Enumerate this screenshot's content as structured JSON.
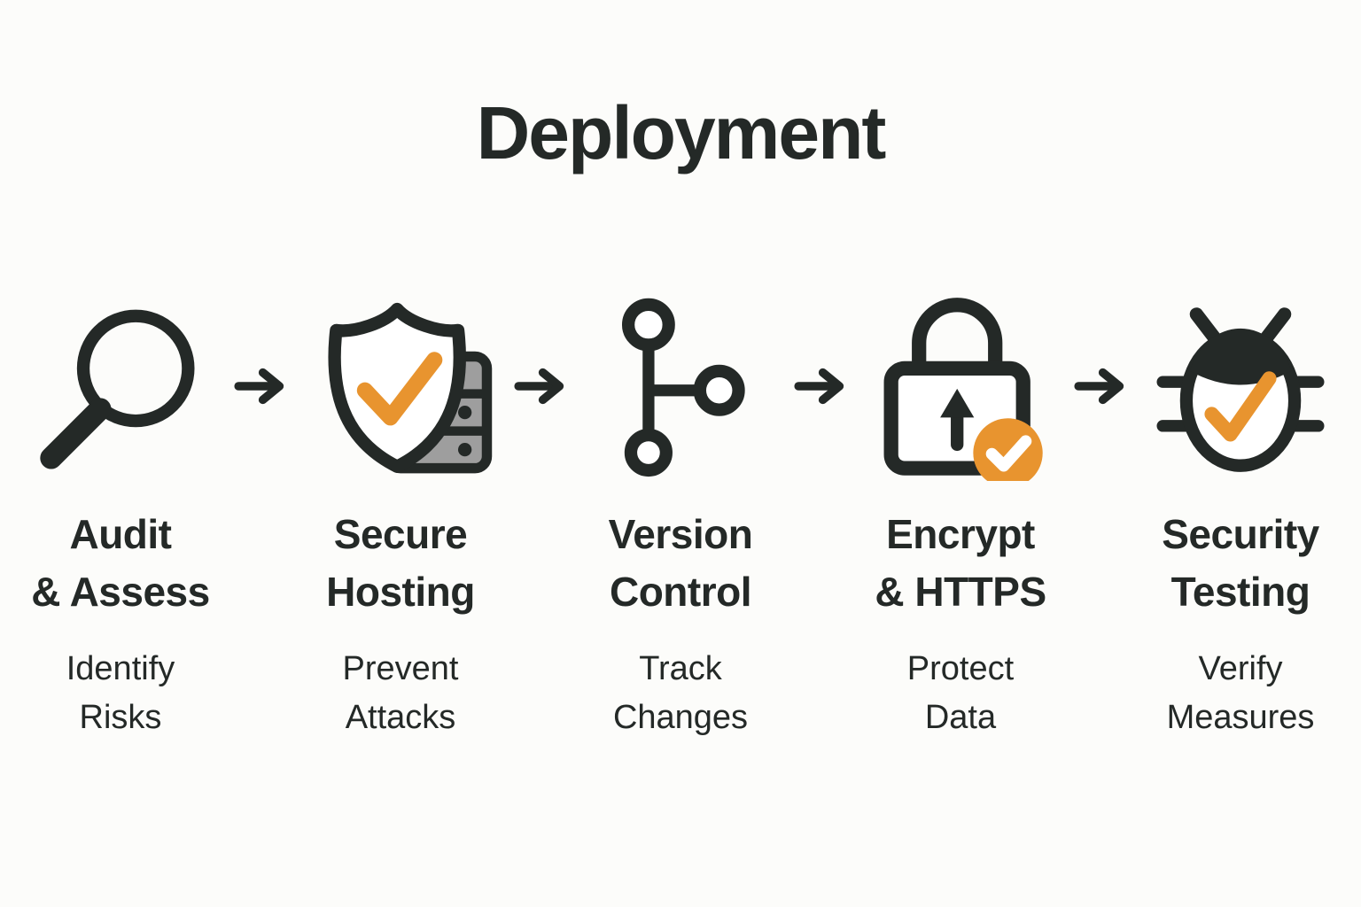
{
  "title": "Deployment",
  "colors": {
    "ink": "#242927",
    "accent": "#E8942F",
    "server_gray": "#9e9e9e",
    "bg": "#fcfcfa"
  },
  "steps": [
    {
      "icon": "magnifier-icon",
      "title_lines": [
        "Audit",
        "& Assess"
      ],
      "subtitle_lines": [
        "Identify",
        "Risks"
      ]
    },
    {
      "icon": "shield-server-icon",
      "title_lines": [
        "Secure",
        "Hosting"
      ],
      "subtitle_lines": [
        "Prevent",
        "Attacks"
      ]
    },
    {
      "icon": "git-branch-icon",
      "title_lines": [
        "Version",
        "Control"
      ],
      "subtitle_lines": [
        "Track",
        "Changes"
      ]
    },
    {
      "icon": "padlock-check-icon",
      "title_lines": [
        "Encrypt",
        "& HTTPS"
      ],
      "subtitle_lines": [
        "Protect",
        "Data"
      ]
    },
    {
      "icon": "bug-check-icon",
      "title_lines": [
        "Security",
        "Testing"
      ],
      "subtitle_lines": [
        "Verify",
        "Measures"
      ]
    }
  ],
  "connector": "right-arrow"
}
